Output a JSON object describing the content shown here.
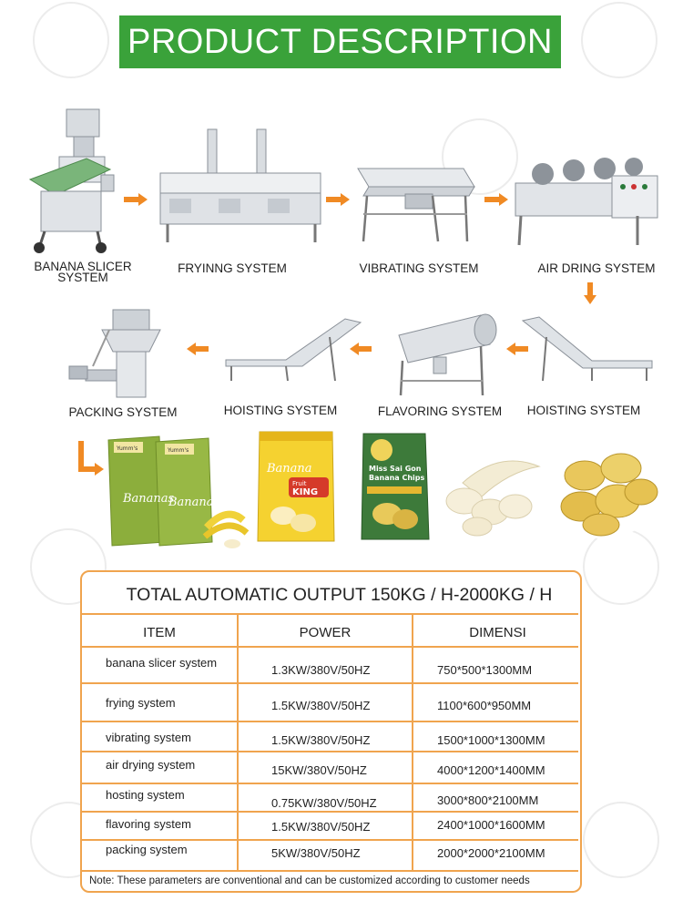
{
  "title": "PRODUCT DESCRIPTION",
  "process_steps": {
    "banana_slicer": "BANANA SLICER",
    "banana_slicer_2": "SYSTEM",
    "frying": "FRYINNG SYSTEM",
    "vibrating": "VIBRATING SYSTEM",
    "air_dring": "AIR DRING SYSTEM",
    "packing": "PACKING  SYSTEM",
    "hoisting_1": "HOISTING SYSTEM",
    "flavoring": "FLAVORING SYSTEM",
    "hoisting_2": "HOISTING SYSTEM"
  },
  "products": {
    "bag1_brand": "Bananas",
    "bag1_small": "Yumm's",
    "bag3_top": "Fruit",
    "bag3_king": "KING",
    "bag3_brand": "Banana",
    "bag4_line1": "Miss Sai Gon",
    "bag4_line2": "Banana Chips"
  },
  "spec_table": {
    "title": "TOTAL AUTOMATIC OUTPUT 150KG / H-2000KG / H",
    "headers": [
      "ITEM",
      "POWER",
      "DIMENSI"
    ],
    "rows": [
      [
        "banana slicer system",
        "1.3KW/380V/50HZ",
        "750*500*1300MM"
      ],
      [
        "frying system",
        "1.5KW/380V/50HZ",
        "1100*600*950MM"
      ],
      [
        "vibrating system",
        "1.5KW/380V/50HZ",
        "1500*1000*1300MM"
      ],
      [
        "air drying system",
        "15KW/380V/50HZ",
        "4000*1200*1400MM"
      ],
      [
        "hosting system",
        "0.75KW/380V/50HZ",
        "3000*800*2100MM"
      ],
      [
        "flavoring system",
        "1.5KW/380V/50HZ",
        "2400*1000*1600MM"
      ],
      [
        "packing system",
        "5KW/380V/50HZ",
        "2000*2000*2100MM"
      ]
    ],
    "note": "Note: These parameters are conventional and can be customized according to customer needs"
  },
  "colors": {
    "banner": "#3aa23a",
    "arrow": "#f08a24",
    "table_border": "#f0a44e"
  }
}
